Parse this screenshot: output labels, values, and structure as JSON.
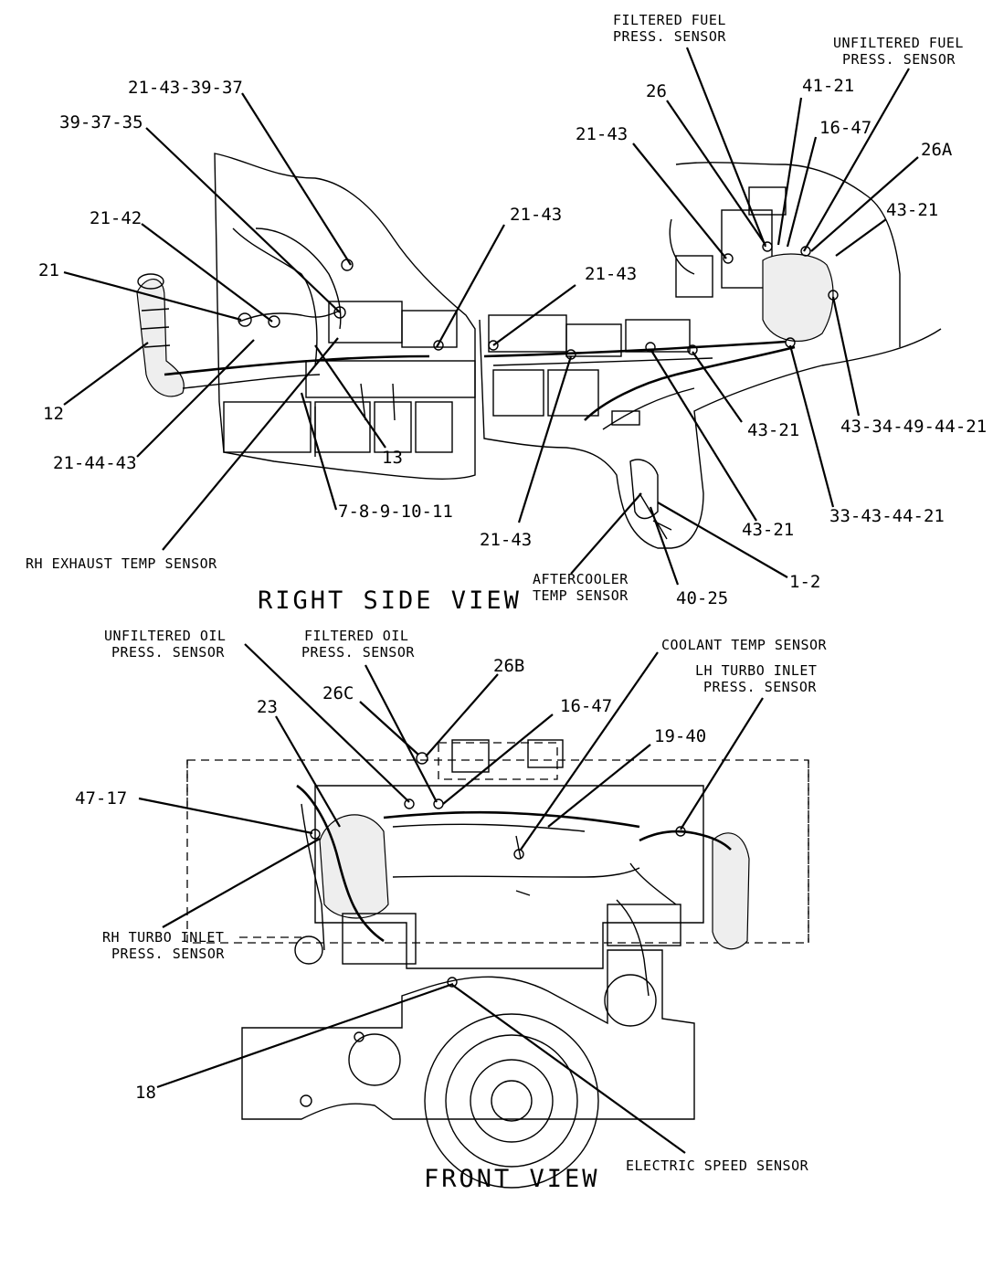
{
  "right_side_view": {
    "title": "RIGHT SIDE VIEW",
    "callouts": {
      "c_21_43_39_37": "21-43-39-37",
      "c_39_37_35": "39-37-35",
      "c_21_42": "21-42",
      "c_21": "21",
      "c_12": "12",
      "c_21_44_43": "21-44-43",
      "c_13": "13",
      "c_7_8_9_10_11": "7-8-9-10-11",
      "c_21_43_a": "21-43",
      "c_21_43_b": "21-43",
      "c_21_43_c": "21-43",
      "c_21_43_d": "21-43",
      "c_26": "26",
      "c_41_21": "41-21",
      "c_16_47": "16-47",
      "c_26a": "26A",
      "c_43_21_a": "43-21",
      "c_43_21_b": "43-21",
      "c_43_21_c": "43-21",
      "c_43_34_49_44_21": "43-34-49-44-21",
      "c_33_43_44_21": "33-43-44-21",
      "c_1_2": "1-2",
      "c_40_25": "40-25"
    },
    "captions": {
      "filtered_fuel_1": "FILTERED FUEL",
      "filtered_fuel_2": "PRESS. SENSOR",
      "unfiltered_fuel_1": "UNFILTERED FUEL",
      "unfiltered_fuel_2": "PRESS. SENSOR",
      "rh_exhaust": "RH EXHAUST TEMP SENSOR",
      "aftercooler_1": "AFTERCOOLER",
      "aftercooler_2": "TEMP SENSOR"
    }
  },
  "front_view": {
    "title": "FRONT VIEW",
    "callouts": {
      "c_23": "23",
      "c_26c": "26C",
      "c_26b": "26B",
      "c_16_47": "16-47",
      "c_19_40": "19-40",
      "c_47_17": "47-17",
      "c_18": "18"
    },
    "captions": {
      "unfiltered_oil_1": "UNFILTERED OIL",
      "unfiltered_oil_2": "PRESS. SENSOR",
      "filtered_oil_1": "FILTERED OIL",
      "filtered_oil_2": "PRESS. SENSOR",
      "coolant": "COOLANT TEMP SENSOR",
      "lh_turbo_1": "LH TURBO INLET",
      "lh_turbo_2": "PRESS. SENSOR",
      "rh_turbo_1": "RH TURBO INLET",
      "rh_turbo_2": "PRESS. SENSOR",
      "electric_speed": "ELECTRIC SPEED SENSOR"
    }
  }
}
